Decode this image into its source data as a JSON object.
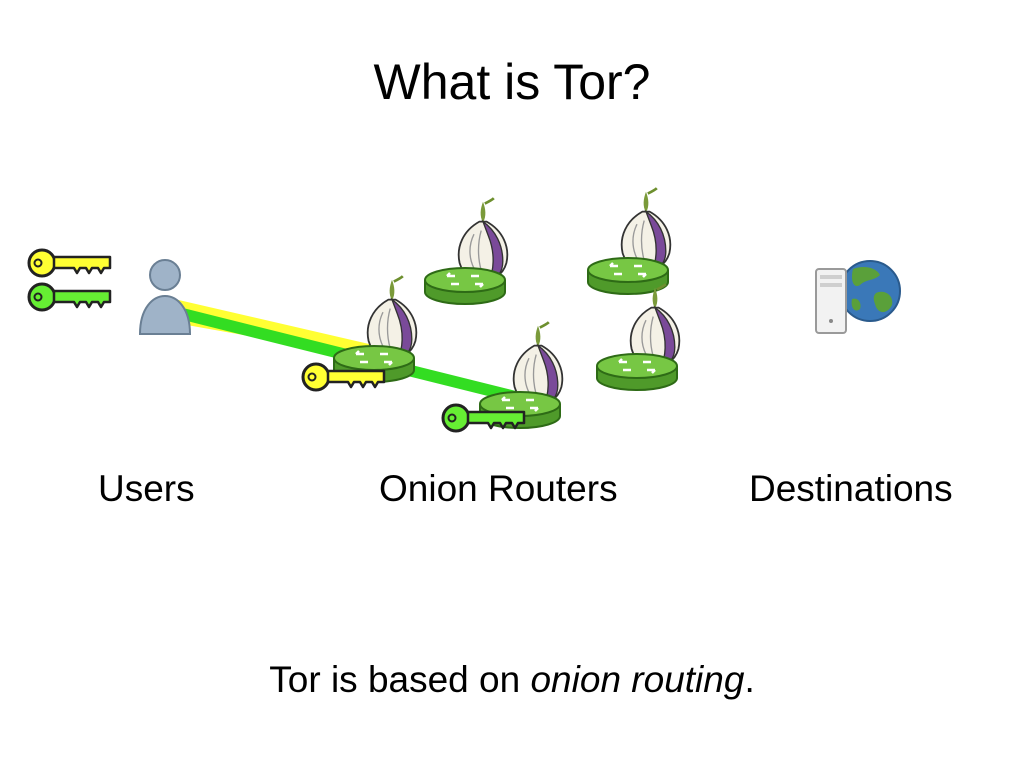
{
  "slide": {
    "title": "What is Tor?",
    "labels": {
      "users": "Users",
      "routers": "Onion Routers",
      "destinations": "Destinations"
    },
    "caption": {
      "prefix": "Tor is based on ",
      "emphasis": "onion routing",
      "suffix": "."
    }
  },
  "colors": {
    "key_yellow": "#ffff33",
    "key_green": "#66ee33",
    "router_green": "#66bb33",
    "onion_purple": "#7a4a99",
    "user_blue": "#9fb3c8"
  },
  "icons": {
    "user": "user-icon",
    "key": "key-icon",
    "router": "onion-router-icon",
    "destination": "server-globe-icon"
  }
}
